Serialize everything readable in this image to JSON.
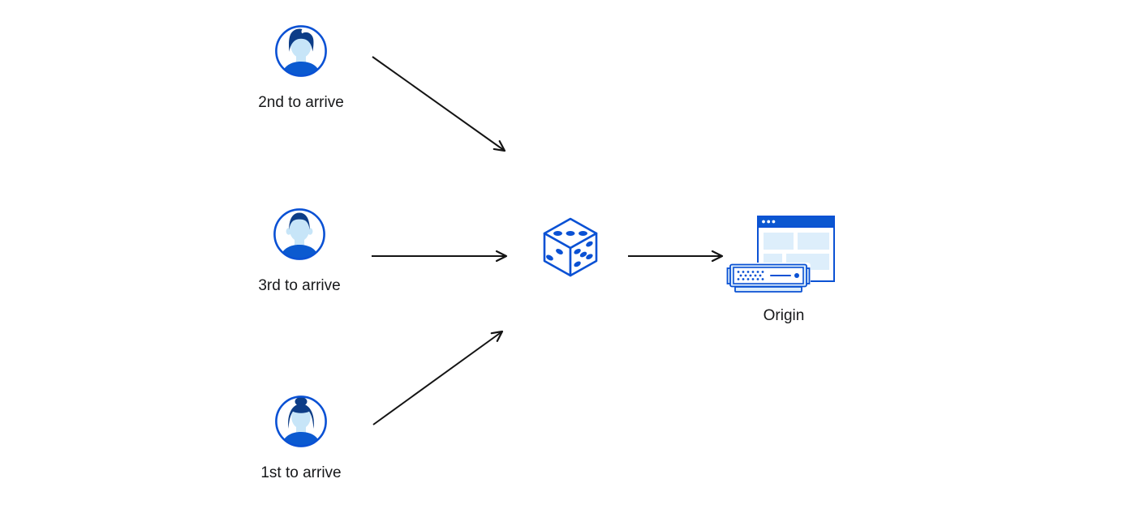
{
  "diagram": {
    "clients": [
      {
        "label": "2nd to arrive",
        "avatar_icon": "person-man-quiff-avatar-icon"
      },
      {
        "label": "3rd to arrive",
        "avatar_icon": "person-man-short-hair-avatar-icon"
      },
      {
        "label": "1st to arrive",
        "avatar_icon": "person-woman-bun-avatar-icon"
      }
    ],
    "selector": {
      "icon": "dice-icon"
    },
    "origin": {
      "label": "Origin",
      "icon": "origin-browser-and-server-icon"
    },
    "arrows": [
      {
        "from": "client-2nd",
        "to": "dice"
      },
      {
        "from": "client-3rd",
        "to": "dice"
      },
      {
        "from": "client-1st",
        "to": "dice"
      },
      {
        "from": "dice",
        "to": "origin"
      }
    ]
  },
  "colors": {
    "accent_blue": "#0a51d4",
    "dark_navy_hair": "#0d3d87",
    "shirt_blue": "#0b5ad0",
    "face_light_blue": "#c7e5f8",
    "pale_blue_fill": "#ddeefb",
    "titlebar_blue": "#0b57d0",
    "arrow_black": "#141414",
    "text_color": "#17181a",
    "background": "#ffffff"
  }
}
